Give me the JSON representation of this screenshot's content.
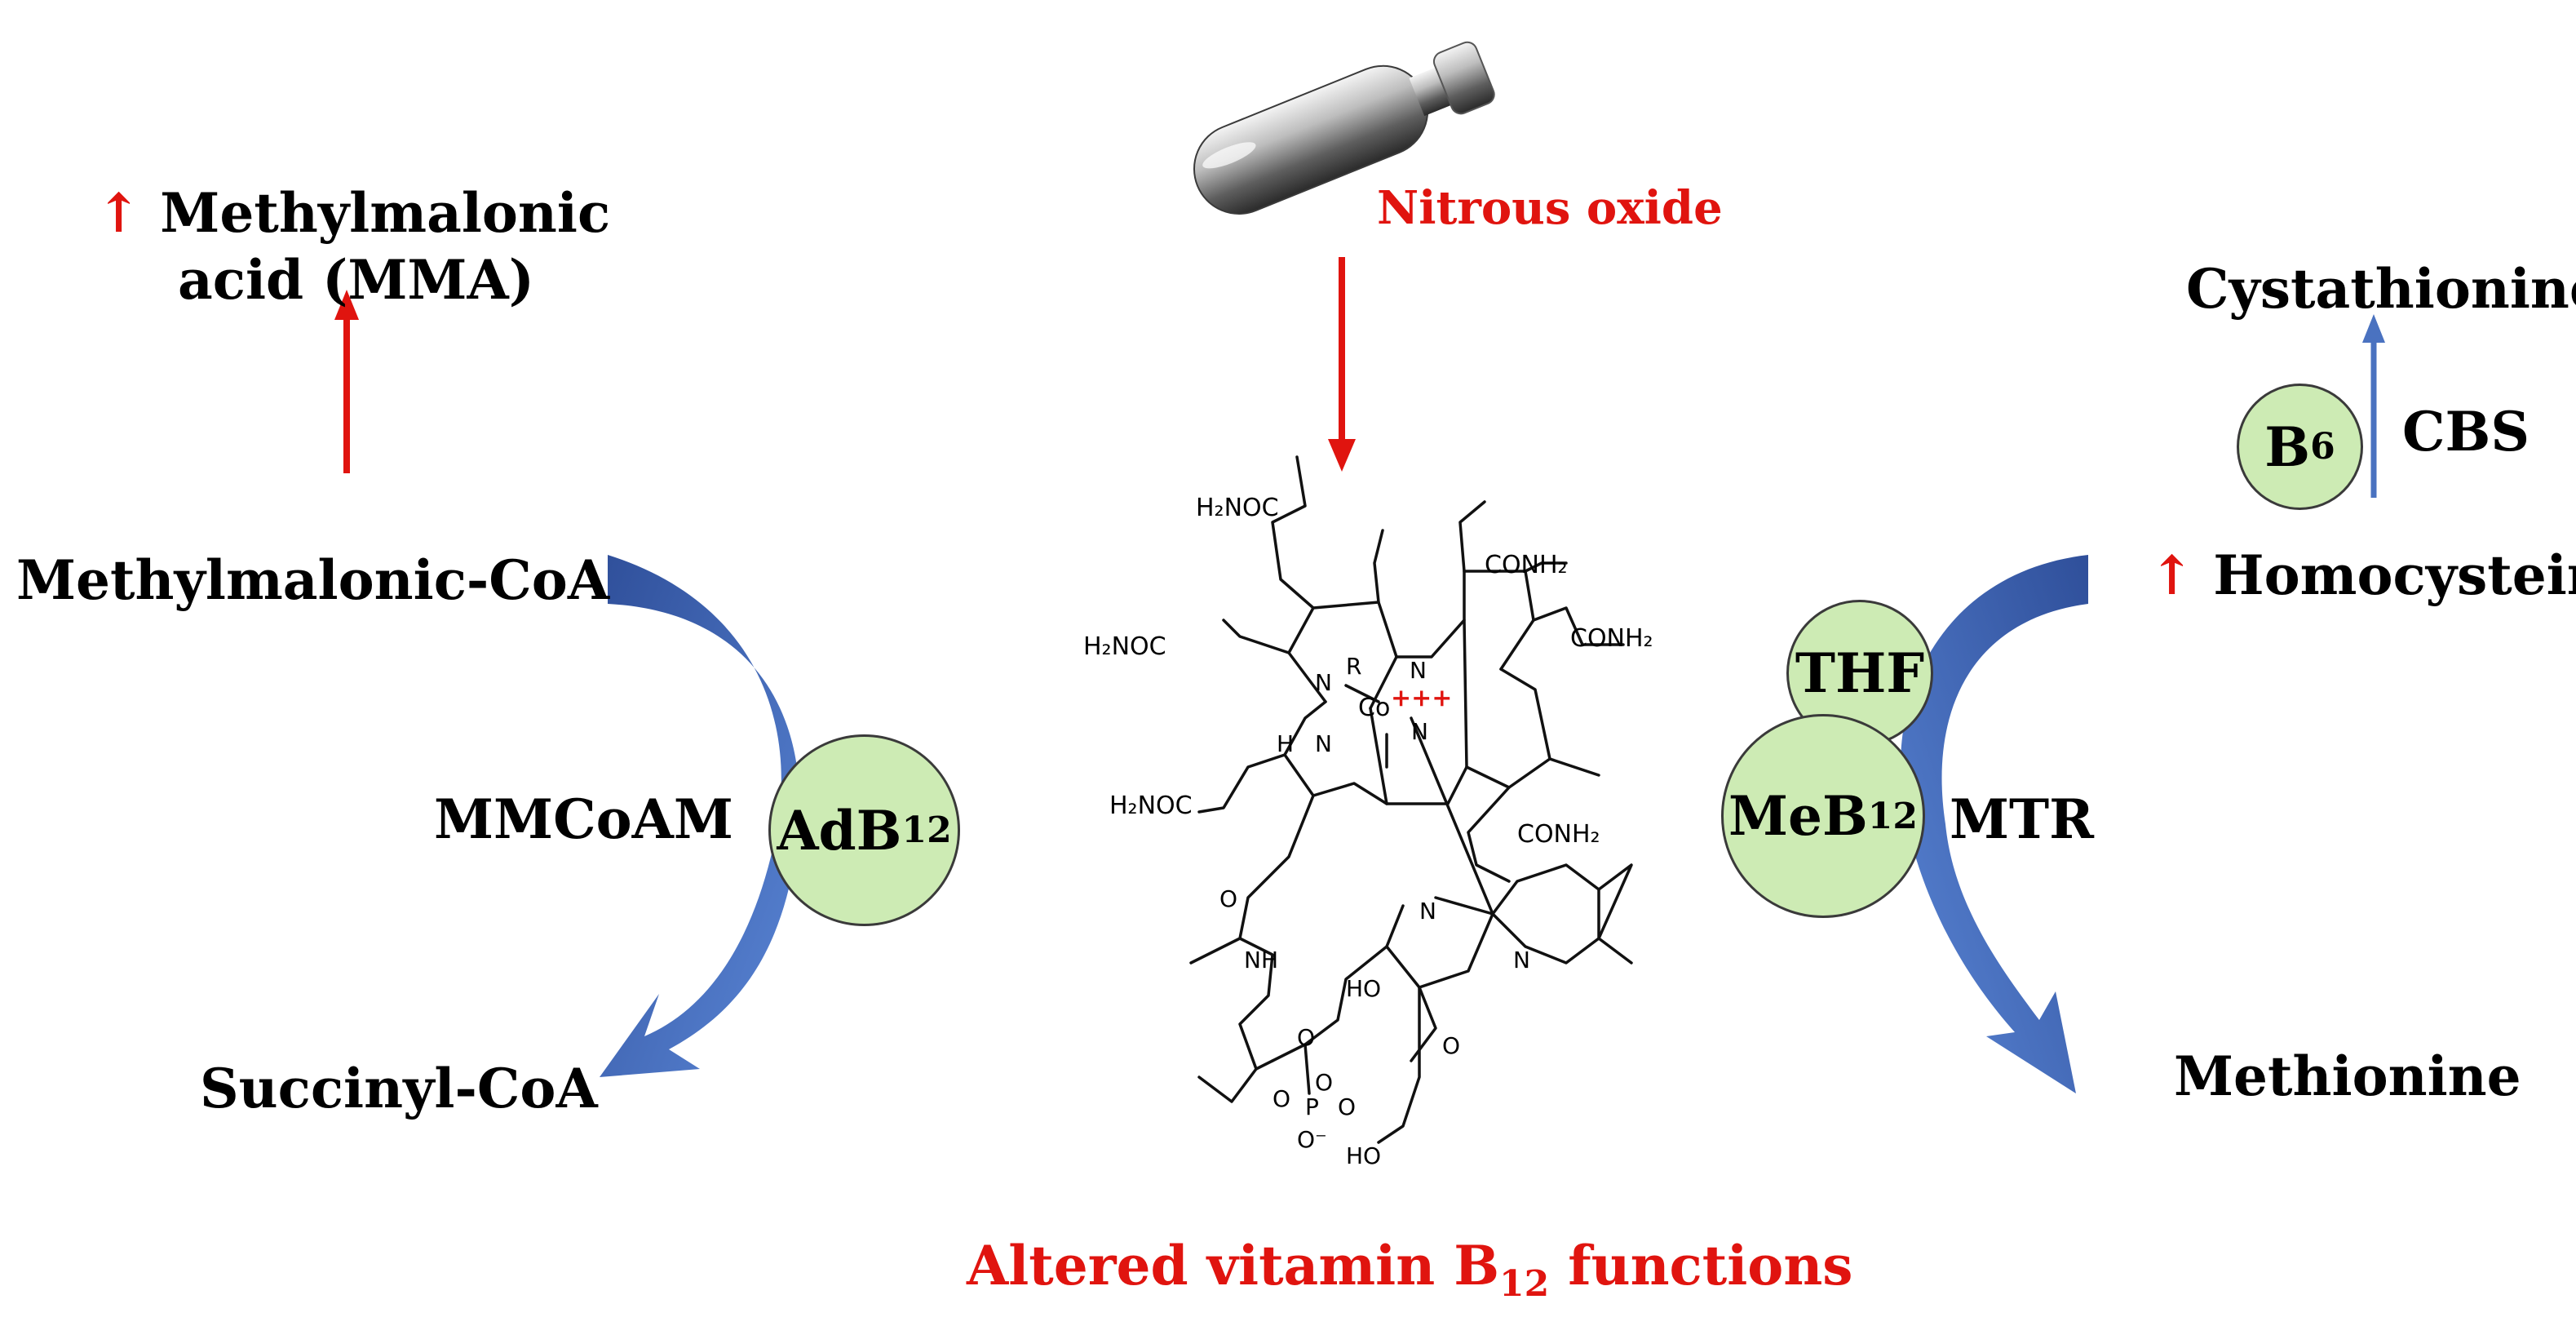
{
  "colors": {
    "accent_red": "#e0140f",
    "blue_arrow": "#4a72c0",
    "circle_fill": "#cdebb4"
  },
  "left": {
    "mma_arrow": "↑",
    "mma_line1": "Methylmalonic",
    "mma_line2": "acid (MMA)",
    "substrate": "Methylmalonic-CoA",
    "enzyme": "MMCoAM",
    "cofactor": "AdB",
    "cofactor_sub": "12",
    "product": "Succinyl-CoA"
  },
  "center": {
    "agent": "Nitrous oxide",
    "agent_icon": "gas-cartridge-icon",
    "caption": "Altered vitamin B",
    "caption_sub": "12",
    "caption_tail": " functions",
    "structure_name": "cobalamin-structure",
    "cobalt_charge": "+++",
    "atoms": {
      "co": "Co",
      "r": "R",
      "n": "N",
      "h": "H",
      "h2noc": "H₂NOC",
      "conh2": "CONH₂",
      "nh": "NH",
      "ho": "HO",
      "o": "O",
      "p": "P",
      "ominus": "O⁻"
    }
  },
  "right": {
    "top_product": "Cystathionine",
    "b6_cofactor": "B",
    "b6_sub": "6",
    "b6_enzyme": "CBS",
    "hcy_arrow": "↑",
    "substrate": "Homocystein",
    "thf": "THF",
    "meb": "MeB",
    "meb_sub": "12",
    "enzyme": "MTR",
    "product": "Methionine"
  }
}
